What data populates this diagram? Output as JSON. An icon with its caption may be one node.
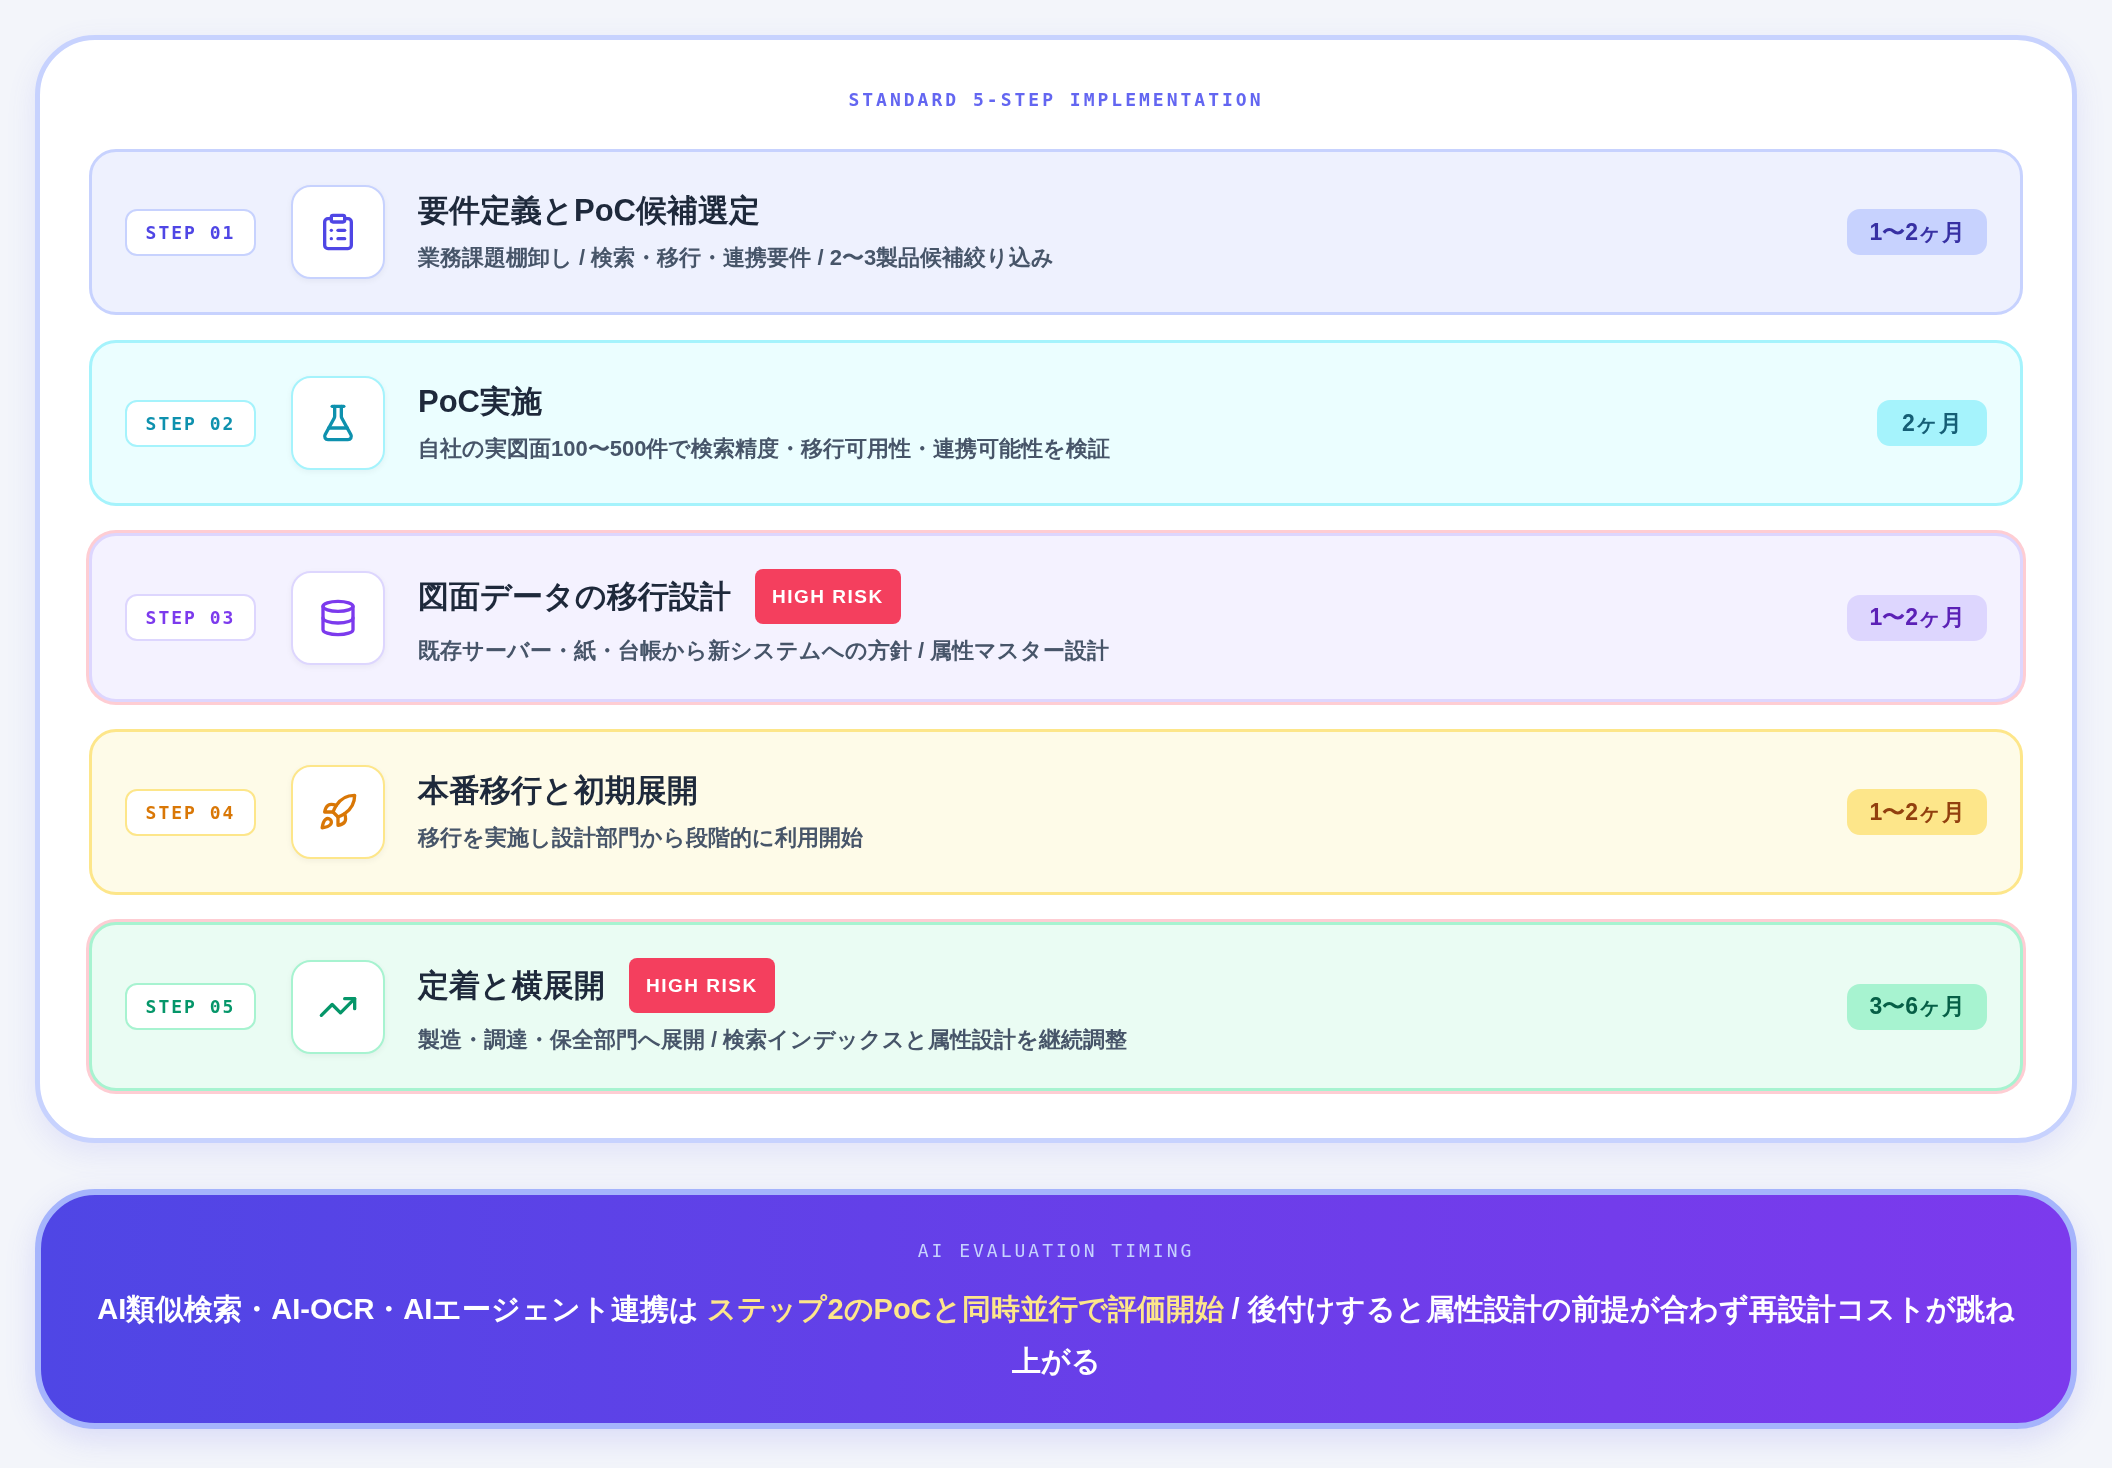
{
  "diagram": {
    "nodes": [
      {
        "text": [
          "STANDARD 5-STEP IMPLEMENTATION"
        ]
      },
      {
        "text": [
          "要件定義とPoC候補選定",
          "業務課題棚卸し / 検索・移行・連携要件 / 2〜3製品候補絞り込み"
        ],
        "in": 0
      },
      {
        "text": [
          "STEP 01"
        ],
        "in": 1
      },
      {
        "text": [
          "1〜2ヶ月"
        ],
        "in": 1
      },
      {
        "text": [
          "PoC実施",
          "自社の実図面100〜500件で検索精度・移行可用性・連携可能性を検証"
        ],
        "in": 0
      },
      {
        "text": [
          "STEP 02"
        ],
        "in": 4
      },
      {
        "text": [
          "2ヶ月"
        ],
        "in": 4
      },
      {
        "text": [
          "図面データの移行設計",
          "既存サーバー・紙・台帳から新システムへの方針 / 属性マスター設計"
        ],
        "in": 0
      },
      {
        "text": [
          "STEP 03"
        ],
        "in": 7
      },
      {
        "text": [
          "HIGH RISK"
        ],
        "in": 7
      },
      {
        "text": [
          "1〜2ヶ月"
        ],
        "in": 7
      },
      {
        "text": [
          "本番移行と初期展開",
          "移行を実施し設計部門から段階的に利用開始"
        ],
        "in": 0
      },
      {
        "text": [
          "STEP 04"
        ],
        "in": 11
      },
      {
        "text": [
          "1〜2ヶ月"
        ],
        "in": 11
      },
      {
        "text": [
          "定着と横展開",
          "製造・調達・保全部門へ展開 / 検索インデックスと属性設計を継続調整"
        ],
        "in": 0
      },
      {
        "text": [
          "STEP 05"
        ],
        "in": 14
      },
      {
        "text": [
          "HIGH RISK"
        ],
        "in": 14
      },
      {
        "text": [
          "3〜6ヶ月"
        ],
        "in": 14
      },
      {
        "text": [
          "AI EVALUATION TIMING",
          "AI類似検索・AI-OCR・AIエージェント連携は **ステップ2のPoCと同時並行で評価開始** / 後付けすると属性設計の前提が合わず再設計コストが跳ね上がる"
        ]
      }
    ]
  }
}
